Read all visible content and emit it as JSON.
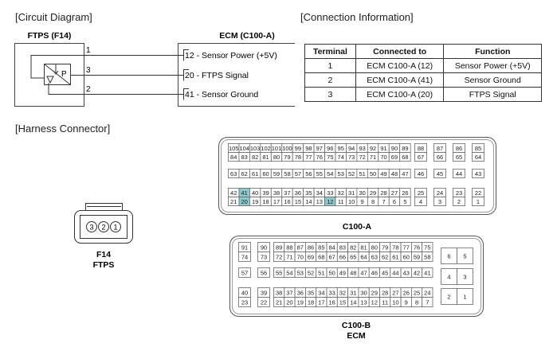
{
  "sections": {
    "circuit": "[Circuit Diagram]",
    "connection": "[Connection Information]",
    "harness": "[Harness Connector]"
  },
  "circuit": {
    "left_component": "FTPS (F14)",
    "right_component": "ECM (C100-A)",
    "left_pins": [
      "1",
      "3",
      "2"
    ],
    "sensor_symbol_label": "P",
    "right_pins": [
      "12 - Sensor Power (+5V)",
      "20 - FTPS Signal",
      "41 - Sensor Ground"
    ]
  },
  "connection_table": {
    "headers": [
      "Terminal",
      "Connected to",
      "Function"
    ],
    "rows": [
      [
        "1",
        "ECM C100-A (12)",
        "Sensor Power (+5V)"
      ],
      [
        "2",
        "ECM C100-A (41)",
        "Sensor Ground"
      ],
      [
        "3",
        "ECM C100-A (20)",
        "FTPS Signal"
      ]
    ]
  },
  "harness": {
    "f14": {
      "pins": [
        "3",
        "2",
        "1"
      ],
      "label1": "F14",
      "label2": "FTPS"
    },
    "c100a": {
      "label": "C100-A",
      "highlight_color": "#8fc8cc",
      "highlighted_pins": [
        "41",
        "20",
        "12"
      ],
      "main_rows": [
        [
          "105",
          "104",
          "103",
          "102",
          "101",
          "100",
          "99",
          "98",
          "97",
          "96",
          "95",
          "94",
          "93",
          "92",
          "91",
          "90",
          "89"
        ],
        [
          "84",
          "83",
          "82",
          "81",
          "80",
          "79",
          "78",
          "77",
          "76",
          "75",
          "74",
          "73",
          "72",
          "71",
          "70",
          "69",
          "68"
        ],
        [
          "63",
          "62",
          "61",
          "60",
          "59",
          "58",
          "57",
          "56",
          "55",
          "54",
          "53",
          "52",
          "51",
          "50",
          "49",
          "48",
          "47"
        ],
        [
          "42",
          "41",
          "40",
          "39",
          "38",
          "37",
          "36",
          "35",
          "34",
          "33",
          "32",
          "31",
          "30",
          "29",
          "28",
          "27",
          "26"
        ],
        [
          "21",
          "20",
          "19",
          "18",
          "17",
          "16",
          "15",
          "14",
          "13",
          "12",
          "11",
          "10",
          "9",
          "8",
          "7",
          "6",
          "5"
        ]
      ],
      "side_columns": [
        [
          "88",
          "67",
          "46",
          "25",
          "4"
        ],
        [
          "87",
          "66",
          "45",
          "24",
          "3"
        ],
        [
          "86",
          "65",
          "44",
          "23",
          "2"
        ],
        [
          "85",
          "64",
          "43",
          "22",
          "1"
        ]
      ]
    },
    "c100b": {
      "label1": "C100-B",
      "label2": "ECM",
      "left_columns": [
        [
          "91",
          "74",
          "57",
          "40",
          "23"
        ],
        [
          "90",
          "73",
          "56",
          "39",
          "22"
        ]
      ],
      "main_rows": [
        [
          "89",
          "88",
          "87",
          "86",
          "85",
          "84",
          "83",
          "82",
          "81",
          "80",
          "79",
          "78",
          "77",
          "76",
          "75"
        ],
        [
          "72",
          "71",
          "70",
          "69",
          "68",
          "67",
          "66",
          "65",
          "64",
          "63",
          "62",
          "61",
          "60",
          "59",
          "58"
        ],
        [
          "55",
          "54",
          "53",
          "52",
          "51",
          "50",
          "49",
          "48",
          "47",
          "46",
          "45",
          "44",
          "43",
          "42",
          "41"
        ],
        [
          "38",
          "37",
          "36",
          "35",
          "34",
          "33",
          "32",
          "31",
          "30",
          "29",
          "28",
          "27",
          "26",
          "25",
          "24"
        ],
        [
          "21",
          "20",
          "19",
          "18",
          "17",
          "16",
          "15",
          "14",
          "13",
          "12",
          "11",
          "10",
          "9",
          "8",
          "7"
        ]
      ],
      "right_block": [
        [
          "6",
          "5"
        ],
        [
          "4",
          "3"
        ],
        [
          "2",
          "1"
        ]
      ]
    }
  }
}
